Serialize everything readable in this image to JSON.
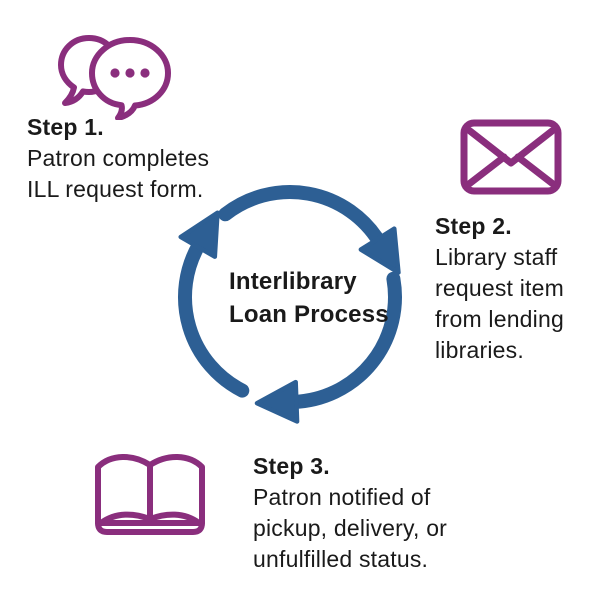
{
  "title": {
    "line1": "Interlibrary",
    "line2": "Loan Process"
  },
  "steps": [
    {
      "label": "Step 1.",
      "icon": "speech-bubbles-icon",
      "lines": [
        "Patron completes",
        "ILL request form."
      ]
    },
    {
      "label": "Step 2.",
      "icon": "envelope-icon",
      "lines": [
        "Library staff",
        "request item",
        "from lending",
        "libraries."
      ]
    },
    {
      "label": "Step 3.",
      "icon": "open-book-icon",
      "lines": [
        "Patron notified of",
        "pickup, delivery, or",
        "unfulfilled status."
      ]
    }
  ],
  "colors": {
    "icon_purple": "#8A2E7D",
    "arrow_blue": "#2D5F94",
    "text": "#1A1A1A",
    "background": "#FFFFFF"
  }
}
